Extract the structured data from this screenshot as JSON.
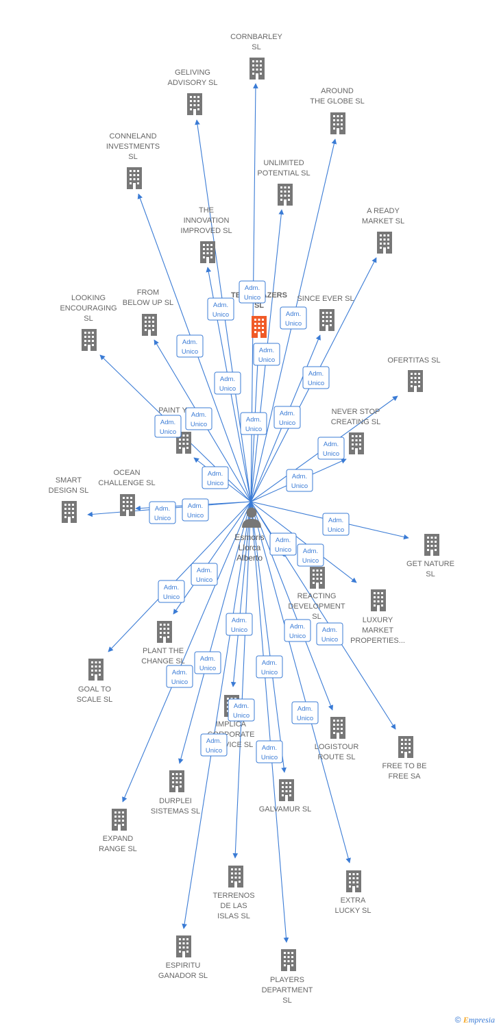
{
  "center": {
    "label_lines": [
      "Esmoris",
      "Llorca",
      "Alberto"
    ]
  },
  "edge_label_lines": [
    "Adm.",
    "Unico"
  ],
  "colors": {
    "edge": "#3a7bd5",
    "building": "#777777",
    "highlight": "#f05a28"
  },
  "nodes": [
    {
      "id": "cornbarley",
      "lines": [
        "CORNBARLEY",
        "SL"
      ]
    },
    {
      "id": "geliving",
      "lines": [
        "GELIVING",
        "ADVISORY SL"
      ]
    },
    {
      "id": "around",
      "lines": [
        "AROUND",
        "THE GLOBE SL"
      ]
    },
    {
      "id": "conneland",
      "lines": [
        "CONNELAND",
        "INVESTMENTS",
        "SL"
      ]
    },
    {
      "id": "unlimited",
      "lines": [
        "UNLIMITED",
        "POTENTIAL SL"
      ]
    },
    {
      "id": "aready",
      "lines": [
        "A READY",
        "MARKET SL"
      ]
    },
    {
      "id": "innovation",
      "lines": [
        "THE",
        "INNOVATION",
        "IMPROVED SL"
      ]
    },
    {
      "id": "techblazers",
      "lines": [
        "TECHBLAZERS",
        "SL"
      ]
    },
    {
      "id": "sinceever",
      "lines": [
        "SINCE EVER SL"
      ]
    },
    {
      "id": "frombelow",
      "lines": [
        "FROM",
        "BELOW UP SL"
      ]
    },
    {
      "id": "looking",
      "lines": [
        "LOOKING",
        "ENCOURAGING",
        "SL"
      ]
    },
    {
      "id": "ofertitas",
      "lines": [
        "OFERTITAS SL"
      ]
    },
    {
      "id": "paint",
      "lines": [
        "PAINT Y"
      ]
    },
    {
      "id": "neverstop",
      "lines": [
        "NEVER STOP",
        "CREATING SL"
      ]
    },
    {
      "id": "ocean",
      "lines": [
        "OCEAN",
        "CHALLENGE SL"
      ]
    },
    {
      "id": "smart",
      "lines": [
        "SMART",
        "DESIGN SL"
      ]
    },
    {
      "id": "getnature",
      "lines": [
        "GET NATURE",
        "SL"
      ]
    },
    {
      "id": "reacting",
      "lines": [
        "REACTING",
        "DEVELOPMENT",
        "SL"
      ]
    },
    {
      "id": "luxury",
      "lines": [
        "LUXURY",
        "MARKET",
        "PROPERTIES..."
      ]
    },
    {
      "id": "plant",
      "lines": [
        "PLANT THE",
        "CHANGE SL"
      ]
    },
    {
      "id": "goal",
      "lines": [
        "GOAL TO",
        "SCALE SL"
      ]
    },
    {
      "id": "implica",
      "lines": [
        "IMPLICA",
        "CORPORATE",
        "SERVICE SL"
      ]
    },
    {
      "id": "logistour",
      "lines": [
        "LOGISTOUR",
        "ROUTE SL"
      ]
    },
    {
      "id": "freetobe",
      "lines": [
        "FREE TO BE",
        "FREE SA"
      ]
    },
    {
      "id": "durplei",
      "lines": [
        "DURPLEI",
        "SISTEMAS SL"
      ]
    },
    {
      "id": "galvamur",
      "lines": [
        "GALVAMUR SL"
      ]
    },
    {
      "id": "expand",
      "lines": [
        "EXPAND",
        "RANGE SL"
      ]
    },
    {
      "id": "terrenos",
      "lines": [
        "TERRENOS",
        "DE LAS",
        "ISLAS SL"
      ]
    },
    {
      "id": "extralucky",
      "lines": [
        "EXTRA",
        "LUCKY SL"
      ]
    },
    {
      "id": "espiritu",
      "lines": [
        "ESPIRITU",
        "GANADOR SL"
      ]
    },
    {
      "id": "players",
      "lines": [
        "PLAYERS",
        "DEPARTMENT",
        "SL"
      ]
    }
  ],
  "footer": {
    "copyright": "©",
    "brand": "mpresia",
    "brand_initial": "E"
  }
}
